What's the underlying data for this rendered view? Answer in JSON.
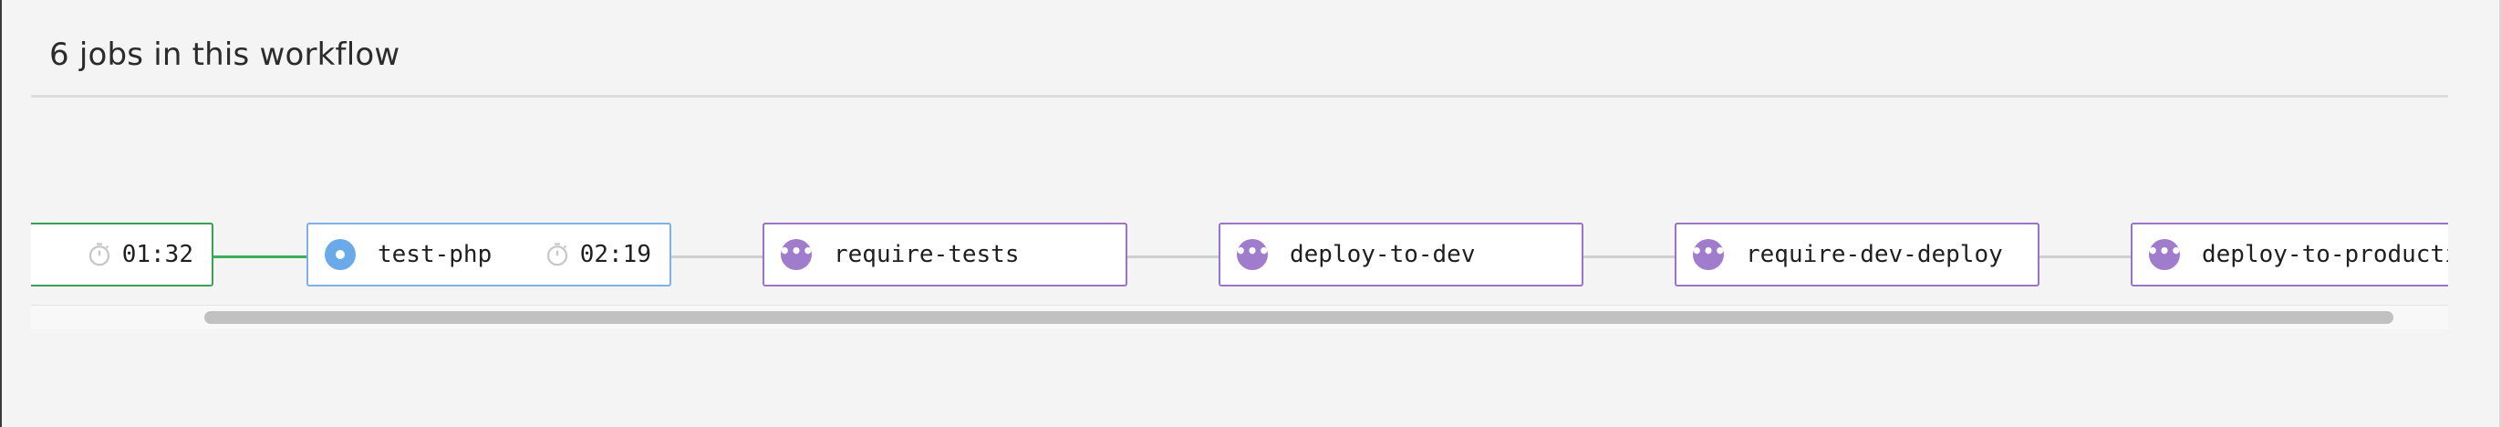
{
  "header": {
    "title": "6 jobs in this workflow"
  },
  "jobs": [
    {
      "name": "",
      "status": "success",
      "duration": "01:32",
      "status_icon": "none"
    },
    {
      "name": "test-php",
      "status": "running",
      "duration": "02:19",
      "status_icon": "running-dot-icon"
    },
    {
      "name": "require-tests",
      "status": "on-hold",
      "status_icon": "more-dots-icon"
    },
    {
      "name": "deploy-to-dev",
      "status": "on-hold",
      "status_icon": "more-dots-icon"
    },
    {
      "name": "require-dev-deploy",
      "status": "on-hold",
      "status_icon": "more-dots-icon"
    },
    {
      "name": "deploy-to-production",
      "status": "on-hold",
      "status_icon": "more-dots-icon"
    }
  ],
  "icons": {
    "timer": "stopwatch-icon",
    "pending_glyph": "•••"
  },
  "colors": {
    "success": "#3aa055",
    "running": "#6aaae9",
    "on_hold": "#9f7ccc",
    "connector": "#cfcfcf"
  }
}
